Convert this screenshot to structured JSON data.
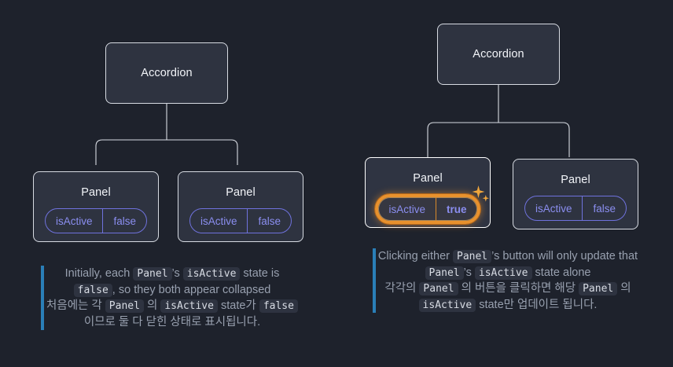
{
  "background_color": "#1e222c",
  "accent_colors": {
    "node_border": "#d7dbe2",
    "node_fill": "#2e3340",
    "pill_border": "#6f72dd",
    "pill_text": "#8b8ef0",
    "highlight_orange": "#e8912d",
    "caption_bar_blue": "#2a7fb8",
    "caption_text": "#98a0af",
    "code_chip_bg": "#2e3340"
  },
  "diagrams": [
    {
      "id": "initial-state",
      "root": {
        "label": "Accordion"
      },
      "panels": [
        {
          "label": "Panel",
          "state_key": "isActive",
          "state_value": "false",
          "highlighted": false
        },
        {
          "label": "Panel",
          "state_key": "isActive",
          "state_value": "false",
          "highlighted": false
        }
      ],
      "caption": {
        "en_parts": [
          {
            "type": "text",
            "text": "Initially, each "
          },
          {
            "type": "code",
            "text": "Panel"
          },
          {
            "type": "text",
            "text": "’s "
          },
          {
            "type": "code",
            "text": "isActive"
          },
          {
            "type": "text",
            "text": " state is "
          },
          {
            "type": "code",
            "text": "false"
          },
          {
            "type": "text",
            "text": ", so they both appear collapsed"
          }
        ],
        "ko_parts": [
          {
            "type": "text",
            "text": "처음에는 각 "
          },
          {
            "type": "code",
            "text": "Panel"
          },
          {
            "type": "text",
            "text": " 의 "
          },
          {
            "type": "code",
            "text": "isActive"
          },
          {
            "type": "text",
            "text": " state가 "
          },
          {
            "type": "code",
            "text": "false"
          },
          {
            "type": "text",
            "text": " 이므로 둘 다 닫힌 상태로 표시됩니다."
          }
        ]
      }
    },
    {
      "id": "after-click-state",
      "root": {
        "label": "Accordion"
      },
      "panels": [
        {
          "label": "Panel",
          "state_key": "isActive",
          "state_value": "true",
          "highlighted": true,
          "sparkle_icon": "sparkle-icon"
        },
        {
          "label": "Panel",
          "state_key": "isActive",
          "state_value": "false",
          "highlighted": false
        }
      ],
      "caption": {
        "en_parts": [
          {
            "type": "text",
            "text": "Clicking either "
          },
          {
            "type": "code",
            "text": "Panel"
          },
          {
            "type": "text",
            "text": "’s button will only update that "
          },
          {
            "type": "code",
            "text": "Panel"
          },
          {
            "type": "text",
            "text": "’s "
          },
          {
            "type": "code",
            "text": "isActive"
          },
          {
            "type": "text",
            "text": " state alone"
          }
        ],
        "ko_parts": [
          {
            "type": "text",
            "text": "각각의 "
          },
          {
            "type": "code",
            "text": "Panel"
          },
          {
            "type": "text",
            "text": " 의 버튼을 클릭하면 해당 "
          },
          {
            "type": "code",
            "text": "Panel"
          },
          {
            "type": "text",
            "text": " 의 "
          },
          {
            "type": "code",
            "text": "isActive"
          },
          {
            "type": "text",
            "text": " state만 업데이트 됩니다."
          }
        ]
      }
    }
  ]
}
